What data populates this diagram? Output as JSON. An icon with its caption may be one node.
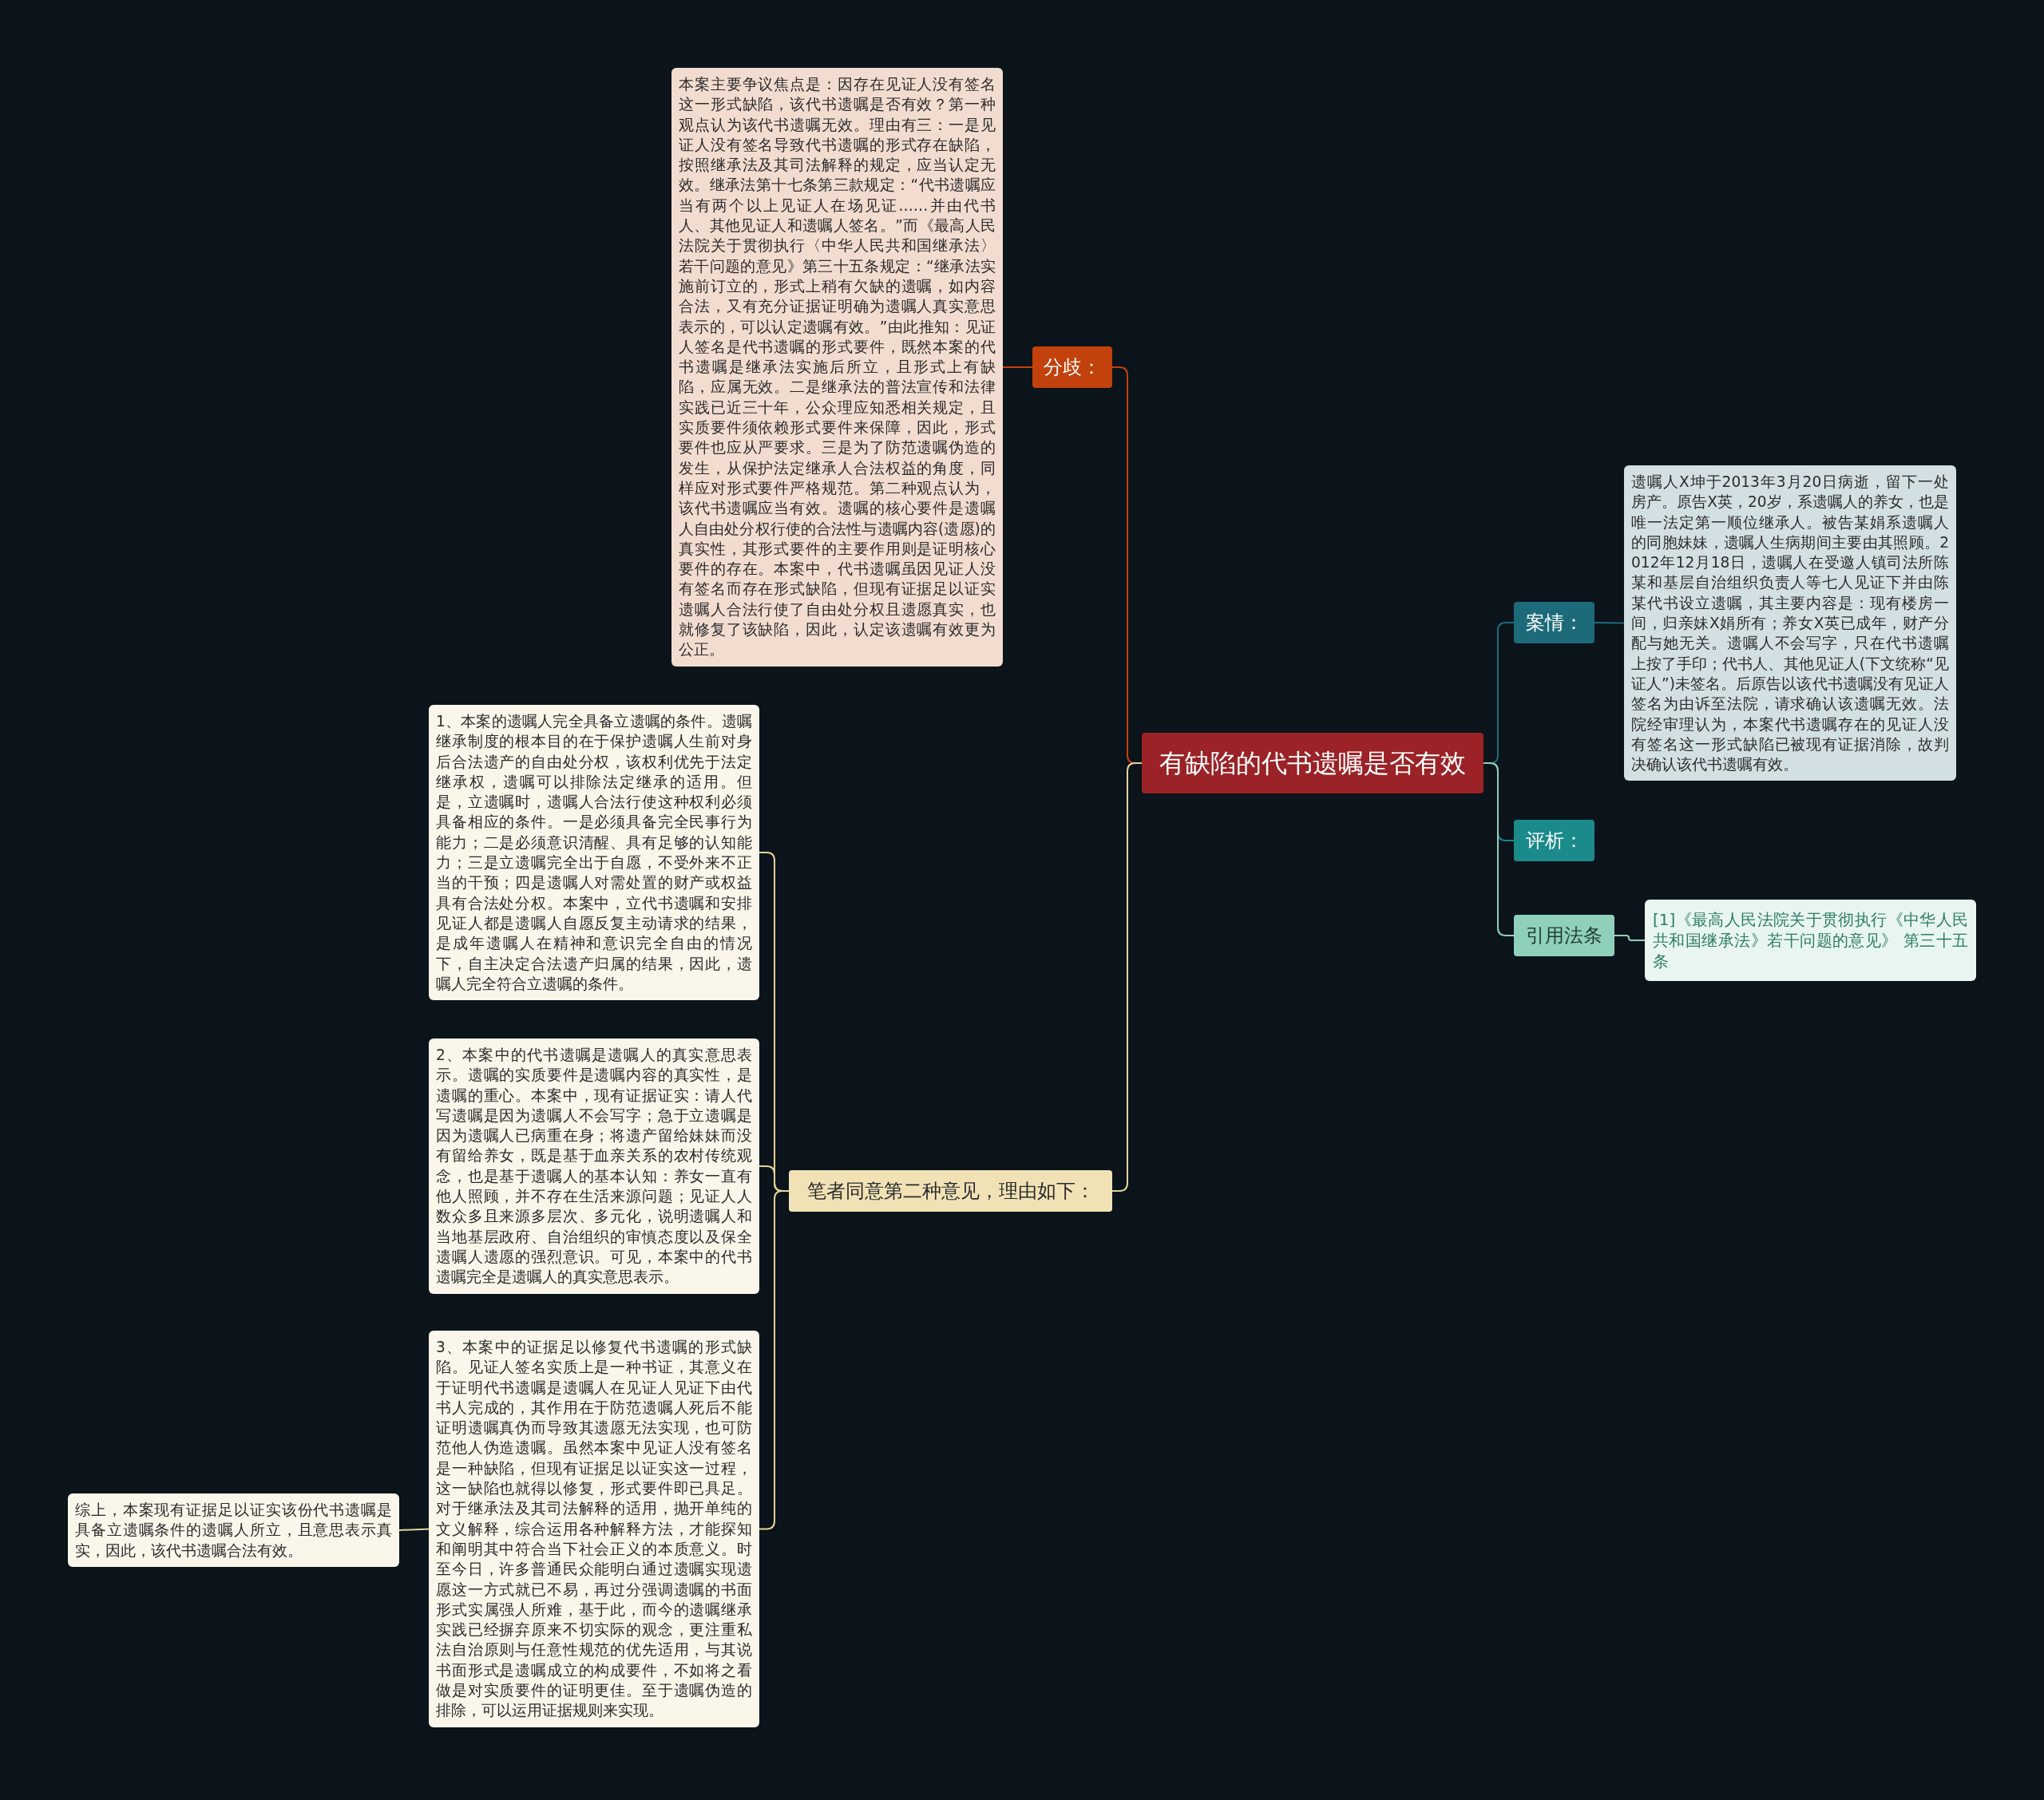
{
  "diagram": {
    "nodes": [
      {
        "text": [
          "有缺陷的代书遗嘱是否有效"
        ]
      },
      {
        "text": [
          "分歧："
        ]
      },
      {
        "text": [
          "本案主要争议焦点是：因存在见证人没有签名这一形式缺陷，该代书遗嘱是否有效？第一种观点认为该代书遗嘱无效。理由有三：一是见证人没有签名导致代书遗嘱的形式存在缺陷，按照继承法及其司法解释的规定，应当认定无效。继承法第十七条第三款规定：“代书遗嘱应当有两个以上见证人在场见证……并由代书人、其他见证人和遗嘱人签名。”而《最高人民法院关于贯彻执行〈中华人民共和国继承法〉若干问题的意见》第三十五条规定：“继承法实施前订立的，形式上稍有欠缺的遗嘱，如内容合法，又有充分证据证明确为遗嘱人真实意思表示的，可以认定遗嘱有效。”由此推知：见证人签名是代书遗嘱的形式要件，既然本案的代书遗嘱是继承法实施后所立，且形式上有缺陷，应属无效。二是继承法的普法宣传和法律实践已近三十年，公众理应知悉相关规定，且实质要件须依赖形式要件来保障，因此，形式要件也应从严要求。三是为了防范遗嘱伪造的发生，从保护法定继承人合法权益的角度，同样应对形式要件严格规范。第二种观点认为，该代书遗嘱应当有效。遗嘱的核心要件是遗嘱人自由处分权行使的合法性与遗嘱内容(遗愿)的真实性，其形式要件的主要作用则是证明核心要件的存在。本案中，代书遗嘱虽因见证人没有签名而存在形式缺陷，但现有证据足以证实遗嘱人合法行使了自由处分权且遗愿真实，也就修复了该缺陷，因此，认定该遗嘱有效更为公正。"
        ]
      },
      {
        "text": [
          "笔者同意第二种意见，理由如下："
        ]
      },
      {
        "text": [
          "1、本案的遗嘱人完全具备立遗嘱的条件。遗嘱继承制度的根本目的在于保护遗嘱人生前对身后合法遗产的自由处分权，该权利优先于法定继承权，遗嘱可以排除法定继承的适用。但是，立遗嘱时，遗嘱人合法行使这种权利必须具备相应的条件。一是必须具备完全民事行为能力；二是必须意识清醒、具有足够的认知能力；三是立遗嘱完全出于自愿，不受外来不正当的干预；四是遗嘱人对需处置的财产或权益具有合法处分权。本案中，立代书遗嘱和安排见证人都是遗嘱人自愿反复主动请求的结果，是成年遗嘱人在精神和意识完全自由的情况下，自主决定合法遗产归属的结果，因此，遗嘱人完全符合立遗嘱的条件。"
        ]
      },
      {
        "text": [
          "2、本案中的代书遗嘱是遗嘱人的真实意思表示。遗嘱的实质要件是遗嘱内容的真实性，是遗嘱的重心。本案中，现有证据证实：请人代写遗嘱是因为遗嘱人不会写字；急于立遗嘱是因为遗嘱人已病重在身；将遗产留给妹妹而没有留给养女，既是基于血亲关系的农村传统观念，也是基于遗嘱人的基本认知：养女一直有他人照顾，并不存在生活来源问题；见证人人数众多且来源多层次、多元化，说明遗嘱人和当地基层政府、自治组织的审慎态度以及保全遗嘱人遗愿的强烈意识。可见，本案中的代书遗嘱完全是遗嘱人的真实意思表示。"
        ]
      },
      {
        "text": [
          "3、本案中的证据足以修复代书遗嘱的形式缺陷。见证人签名实质上是一种书证，其意义在于证明代书遗嘱是遗嘱人在见证人见证下由代书人完成的，其作用在于防范遗嘱人死后不能证明遗嘱真伪而导致其遗愿无法实现，也可防范他人伪造遗嘱。虽然本案中见证人没有签名是一种缺陷，但现有证据足以证实这一过程，这一缺陷也就得以修复，形式要件即已具足。对于继承法及其司法解释的适用，抛开单纯的文义解释，综合运用各种解释方法，才能探知和阐明其中符合当下社会正义的本质意义。时至今日，许多普通民众能明白通过遗嘱实现遗愿这一方式就已不易，再过分强调遗嘱的书面形式实属强人所难，基于此，而今的遗嘱继承实践已经摒弃原来不切实际的观念，更注重私法自治原则与任意性规范的优先适用，与其说书面形式是遗嘱成立的构成要件，不如将之看做是对实质要件的证明更佳。至于遗嘱伪造的排除，可以运用证据规则来实现。"
        ]
      },
      {
        "text": [
          "综上，本案现有证据足以证实该份代书遗嘱是具备立遗嘱条件的遗嘱人所立，且意思表示真实，因此，该代书遗嘱合法有效。"
        ]
      },
      {
        "text": [
          "案情："
        ]
      },
      {
        "text": [
          "遗嘱人X坤于2013年3月20日病逝，留下一处房产。原告X英，20岁，系遗嘱人的养女，也是唯一法定第一顺位继承人。被告某娟系遗嘱人的同胞妹妹，遗嘱人生病期间主要由其照顾。2012年12月18日，遗嘱人在受邀人镇司法所陈某和基层自治组织负责人等七人见证下并由陈某代书设立遗嘱，其主要内容是：现有楼房一间，归亲妹X娟所有；养女X英已成年，财产分配与她无关。遗嘱人不会写字，只在代书遗嘱上按了手印；代书人、其他见证人(下文统称“见证人”)未签名。后原告以该代书遗嘱没有见证人签名为由诉至法院，请求确认该遗嘱无效。法院经审理认为，本案代书遗嘱存在的见证人没有签名这一形式缺陷已被现有证据消除，故判决确认该代书遗嘱有效。"
        ]
      },
      {
        "text": [
          "评析："
        ]
      },
      {
        "text": [
          "引用法条"
        ]
      },
      {
        "text": [
          "[1]《最高人民法院关于贯彻执行《中华人民共和国继承法》若干问题的意见》 第三十五条"
        ]
      }
    ],
    "edges": [
      {
        "from": 0,
        "to": 1,
        "arrow": "none",
        "color": "#c2410c"
      },
      {
        "from": 1,
        "to": 2,
        "arrow": "none",
        "color": "#c2410c"
      },
      {
        "from": 0,
        "to": 3,
        "arrow": "none"
      },
      {
        "from": 3,
        "to": 4,
        "arrow": "none"
      },
      {
        "from": 3,
        "to": 5,
        "arrow": "none"
      },
      {
        "from": 3,
        "to": 6,
        "arrow": "none"
      },
      {
        "from": 6,
        "to": 7,
        "arrow": "none"
      },
      {
        "from": 0,
        "to": 8,
        "arrow": "none",
        "color": "#1d6a7a"
      },
      {
        "from": 8,
        "to": 9,
        "arrow": "none",
        "color": "#1d6a7a"
      },
      {
        "from": 0,
        "to": 10,
        "arrow": "none",
        "color": "#1a8a8a"
      },
      {
        "from": 0,
        "to": 11,
        "arrow": "none",
        "color": "#8fd0bb"
      },
      {
        "from": 11,
        "to": 12,
        "arrow": "none",
        "color": "#8fd0bb"
      }
    ]
  }
}
